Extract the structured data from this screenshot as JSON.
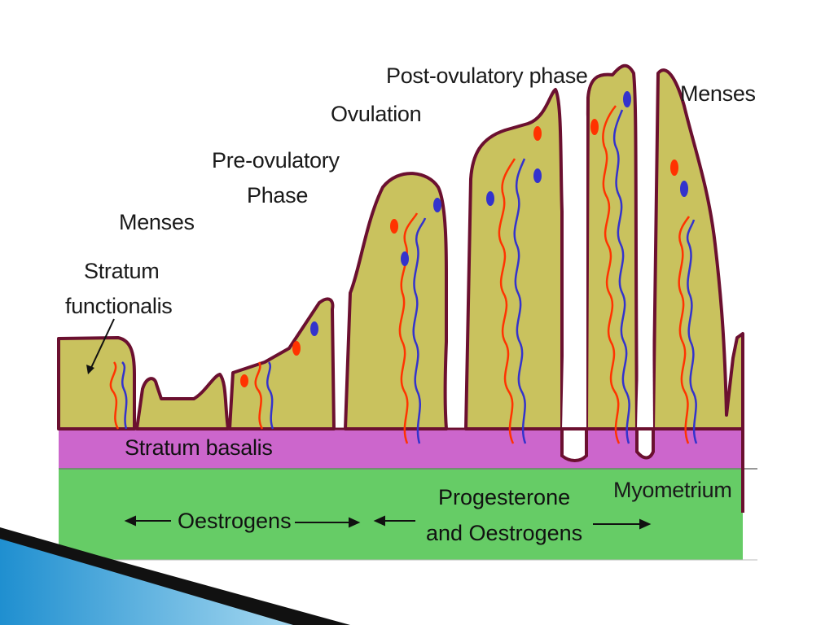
{
  "labels": {
    "post_ovulatory": "Post-ovulatory phase",
    "ovulation": "Ovulation",
    "pre_ovulatory_line1": "Pre-ovulatory",
    "pre_ovulatory_line2": "Phase",
    "menses_left": "Menses",
    "menses_right": "Menses",
    "stratum_functionalis_line1": "Stratum",
    "stratum_functionalis_line2": "functionalis",
    "stratum_basalis": "Stratum basalis",
    "myometrium": "Myometrium",
    "oestrogens": "Oestrogens",
    "progesterone_line1": "Progesterone",
    "progesterone_line2": "and Oestrogens"
  },
  "colors": {
    "functionalis": "#c9c25e",
    "outline": "#6b1030",
    "basalis": "#cc66cc",
    "myometrium": "#66cc66",
    "artery": "#ff3300",
    "vein": "#3333cc",
    "accent_blue": "#2a9fd6"
  }
}
